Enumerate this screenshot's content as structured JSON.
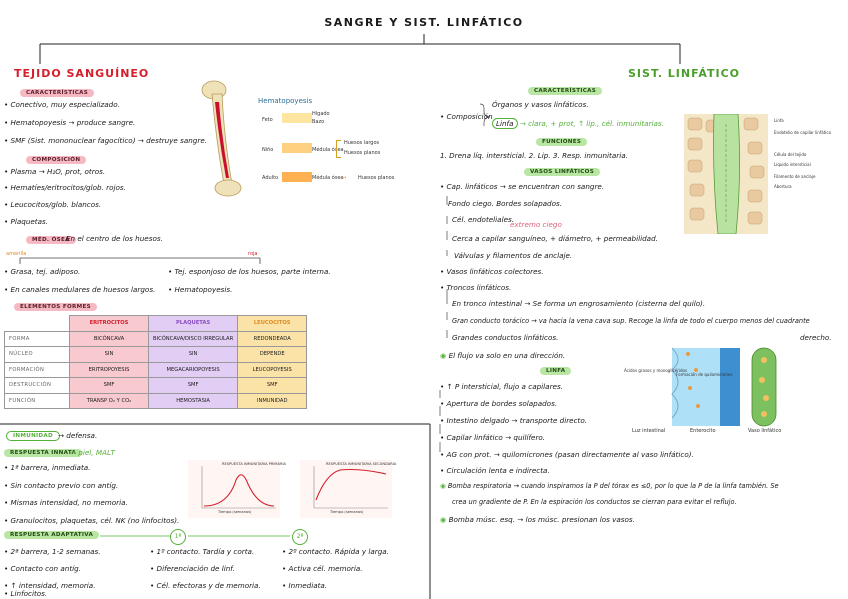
{
  "title": "SANGRE Y SIST. LINFÁTICO",
  "left": {
    "title": "TEJIDO SANGUÍNEO",
    "caract_tag": "CARACTERÍSTICAS",
    "caract": [
      "Conectivo, muy especializado.",
      "Hematopoyesis → produce sangre.",
      "SMF (Sist. mononuclear fagocítico) → destruye sangre."
    ],
    "comp_tag": "COMPOSICIÓN",
    "comp": [
      "Plasma → H₂O, prot, otros.",
      "Hematíes/eritrocitos/glob. rojos.",
      "Leucocitos/glob. blancos.",
      "Plaquetas."
    ],
    "medula_tag": "MÉD. ÓSEA",
    "medula_text": "En el centro de los huesos.",
    "amarilla": "amarilla",
    "roja": "roja",
    "am_items": [
      "Grasa, tej. adiposo.",
      "En canales medulares de huesos largos."
    ],
    "roja_items": [
      "Tej. esponjoso de los huesos, parte interna.",
      "Hematopoyesis."
    ],
    "ef_tag": "ELEMENTOS FORMES",
    "table": {
      "cols": [
        "ERITROCITOS",
        "PLAQUETAS",
        "LEUCOCITOS"
      ],
      "rows": [
        {
          "label": "FORMA",
          "vals": [
            "BICÓNCAVA",
            "BICÓNCAVA/DISCO IRREGULAR",
            "REDONDEADA"
          ]
        },
        {
          "label": "NÚCLEO",
          "vals": [
            "SIN",
            "SIN",
            "DEPENDE"
          ]
        },
        {
          "label": "FORMACIÓN",
          "vals": [
            "ERITROPOYESIS",
            "MEGACARIOPOYESIS",
            "LEUCOPOYESIS"
          ]
        },
        {
          "label": "DESTRUCCIÓN",
          "vals": [
            "SMF",
            "SMF",
            "SMF"
          ]
        },
        {
          "label": "FUNCIÓN",
          "vals": [
            "TRANSP O₂ Y CO₂",
            "HEMOSTASIA",
            "INMUNIDAD"
          ]
        }
      ]
    },
    "hema": {
      "title": "Hematopoyesis",
      "rows": [
        {
          "label": "Feto",
          "organs": [
            "Hígado",
            "Bazo"
          ]
        },
        {
          "label": "Niño",
          "organs": [
            "Médula ósea",
            "Huesos largos",
            "Huesos planos"
          ]
        },
        {
          "label": "Adulto",
          "organs": [
            "Médula ósea",
            "Huesos planos"
          ]
        }
      ]
    }
  },
  "bottom": {
    "inmunidad_tag": "INMUNIDAD",
    "inmunidad_text": "→ defensa.",
    "innata_tag": "RESPUESTA INNATA",
    "innata_note": "→ piel, MALT",
    "innata": [
      "1ª barrera, inmediata.",
      "Sin contacto previo con antíg.",
      "Mismas intensidad, no memoria.",
      "Granulocitos, plaquetas, cél. NK (no linfocitos)."
    ],
    "adapt_tag": "RESPUESTA ADAPTATIVA",
    "bub1": "1ª",
    "bub2": "2ª",
    "adapt_col1": [
      "2ª barrera, 1-2 semanas.",
      "Contacto con antíg.",
      "↑ intensidad, memoria.",
      "Linfocitos."
    ],
    "adapt_col2": [
      "1º contacto. Tardía y corta.",
      "Diferenciación de linf.",
      "Cél. efectoras y de memoria."
    ],
    "adapt_col3": [
      "2º contacto. Rápida y larga.",
      "Activa cél. memoria.",
      "Inmediata."
    ],
    "graph1": {
      "title": "RESPUESTA INMUNITARIA PRIMARIA",
      "xlabel": "Tiempo (semanas)"
    },
    "graph2": {
      "title": "RESPUESTA INMUNITARIA SECUNDARIA",
      "xlabel": "Tiempo (semanas)"
    }
  },
  "right": {
    "title": "SIST. LINFÁTICO",
    "caract_tag": "CARACTERÍSTICAS",
    "comp_label": "Composición",
    "organos": "Órganos y vasos linfáticos.",
    "linfa": "Linfa",
    "linfa_desc": "→ clara, + prot, ↑ lip., cél. inmunitarias.",
    "func_tag": "FUNCIONES",
    "funciones": "1. Drena líq. intersticial. 2. Lip. 3. Resp. inmunitaria.",
    "vasos_tag": "VASOS LINFÁTICOS",
    "vasos": [
      "Cap. linfáticos → se encuentran con sangre.",
      "Fondo ciego. Bordes solapados.",
      "Cél. endoteliales.",
      "Cerca a capilar sanguíneo, + diámetro, + permeabilidad.",
      "Válvulas y filamentos de anclaje.",
      "Vasos linfáticos colectores.",
      "Troncos linfáticos.",
      "En tronco intestinal → Se forma un engrosamiento (cisterna del quilo).",
      "Gran conducto torácico → va hacia la vena cava sup. Recoge la linfa de todo el cuerpo menos del cuadrante",
      "Grandes conductos linfáticos.",
      "El flujo va solo en una dirección."
    ],
    "vasos_note": "extremo ciego",
    "derecho": "derecho.",
    "linfa_tag": "LINFA",
    "linfa_items": [
      "↑ P intersticial, flujo a capilares.",
      "Apertura de bordes solapados.",
      "Intestino delgado → transporte directo.",
      "Capilar linfático → quilífero.",
      "AG con prot. → quilomicrones (pasan directamente al vaso linfático).",
      "Circulación lenta e indirecta."
    ],
    "bomba1": "Bomba respiratoria → cuando inspiramos la P del tórax es ≤0, por lo que la P de la linfa también. Se",
    "bomba1b": "crea un gradiente de P. En la espiración los conductos se cierran para evitar el reflujo.",
    "bomba2": "Bomba músc. esq. → los músc. presionan los vasos.",
    "img1_labels": [
      "Linfa",
      "Endotelio de capilar linfático",
      "Célula del tejido",
      "Líquido intersticial",
      "Filamento de anclaje",
      "Abertura"
    ],
    "img2_labels": [
      "Ácidos grasos y monoglicéridos",
      "Formación de quilomicrones",
      "Luz intestinal",
      "Enterocito",
      "Vaso linfático"
    ]
  }
}
